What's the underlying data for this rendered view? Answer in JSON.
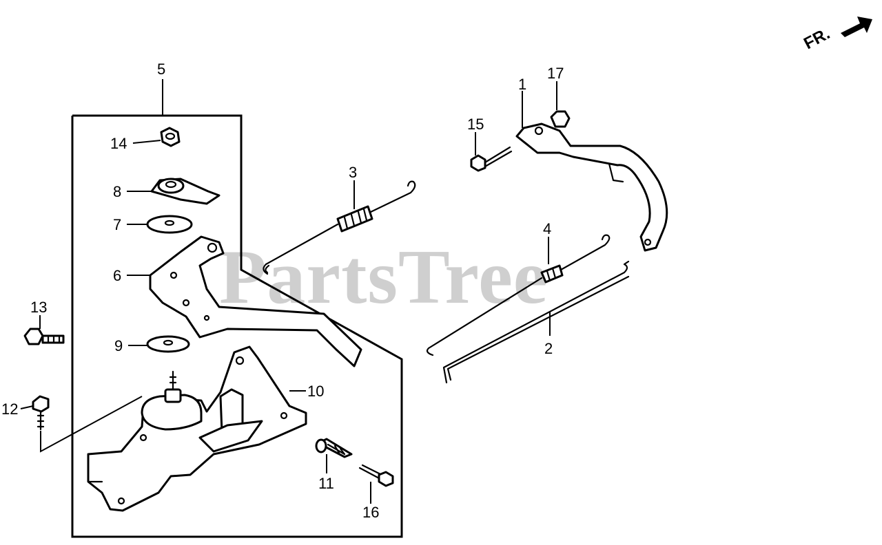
{
  "watermark": "PartsTree",
  "direction_label": "FR.",
  "callouts": [
    {
      "id": "c1",
      "text": "1"
    },
    {
      "id": "c2",
      "text": "2"
    },
    {
      "id": "c3",
      "text": "3"
    },
    {
      "id": "c4",
      "text": "4"
    },
    {
      "id": "c5",
      "text": "5"
    },
    {
      "id": "c6",
      "text": "6"
    },
    {
      "id": "c7",
      "text": "7"
    },
    {
      "id": "c8",
      "text": "8"
    },
    {
      "id": "c9",
      "text": "9"
    },
    {
      "id": "c10",
      "text": "10"
    },
    {
      "id": "c11",
      "text": "11"
    },
    {
      "id": "c12",
      "text": "12"
    },
    {
      "id": "c13",
      "text": "13"
    },
    {
      "id": "c14",
      "text": "14"
    },
    {
      "id": "c15",
      "text": "15"
    },
    {
      "id": "c16",
      "text": "16"
    },
    {
      "id": "c17",
      "text": "17"
    }
  ]
}
